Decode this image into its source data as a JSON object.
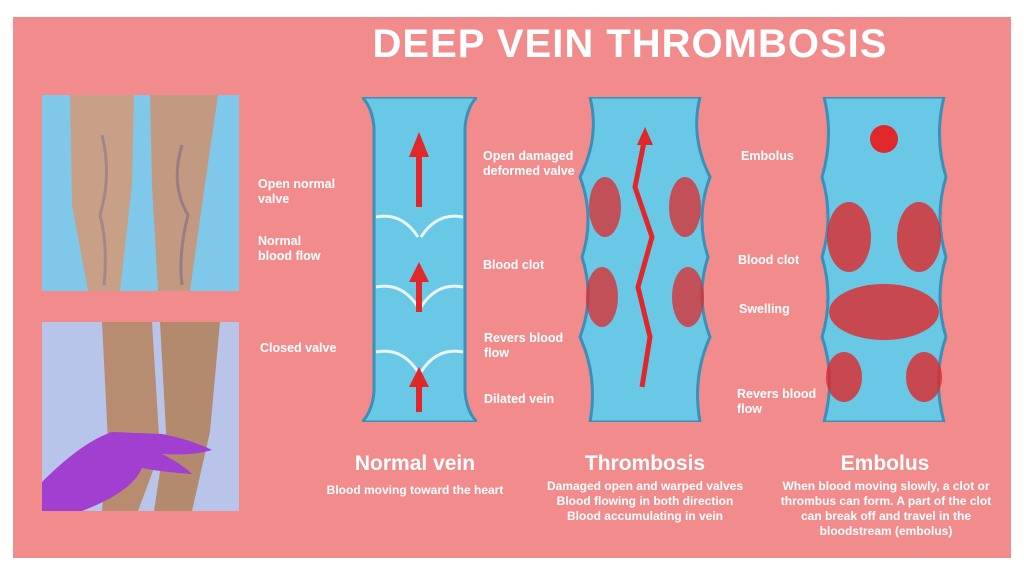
{
  "title": "DEEP VEIN THROMBOSIS",
  "colors": {
    "background": "#f28c8c",
    "vein": "#69c8e6",
    "vein_edge": "#3a90b8",
    "blood": "#e0282a",
    "glove": "#a03fd0"
  },
  "photos": [
    {
      "name": "legs-with-varicose-veins-photo"
    },
    {
      "name": "gloved-hand-examining-legs-photo"
    }
  ],
  "normal_vein": {
    "labels": {
      "open_valve": "Open normal valve",
      "blood_flow": "Normal blood flow",
      "closed_valve": "Closed valve"
    },
    "heading": "Normal vein",
    "description": "Blood moving toward the heart"
  },
  "thrombosis": {
    "labels": {
      "damaged_valve": "Open damaged deformed valve",
      "blood_clot": "Blood clot",
      "revers_flow": "Revers blood flow",
      "dilated_vein": "Dilated vein"
    },
    "heading": "Thrombosis",
    "description": [
      "Damaged open and warped valves",
      "Blood flowing in both direction",
      "Blood accumulating in vein"
    ]
  },
  "embolus": {
    "labels": {
      "embolus": "Embolus",
      "blood_clot": "Blood clot",
      "swelling": "Swelling",
      "revers_flow": "Revers blood flow"
    },
    "heading": "Embolus",
    "description": "When blood moving slowly, a clot or thrombus can form. A part of the clot can break off and travel in the bloodstream (embolus)"
  }
}
